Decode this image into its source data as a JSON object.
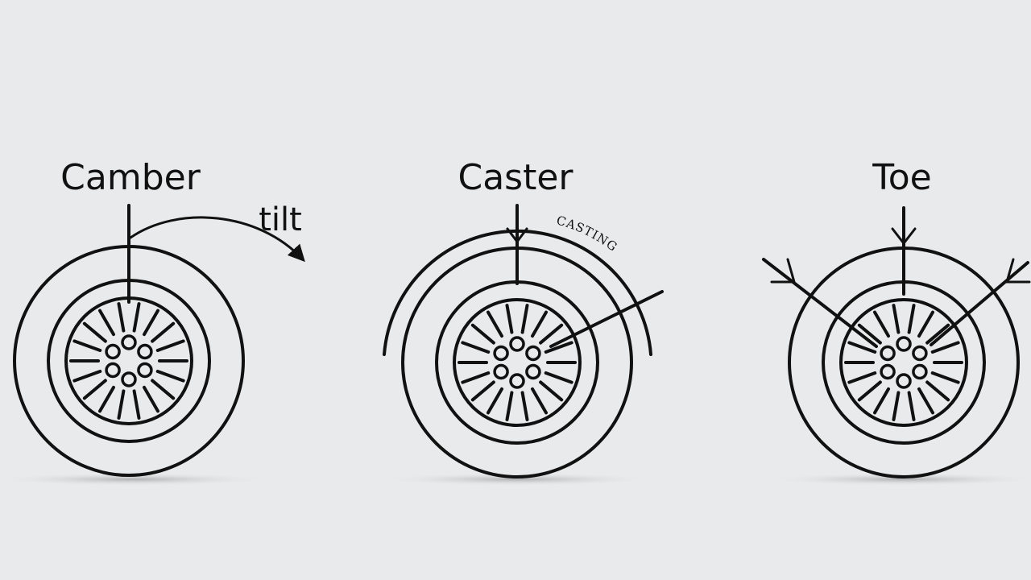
{
  "colors": {
    "background": "#e9eaeb",
    "ink": "#111111",
    "shadow": "#b9babc"
  },
  "panels": [
    {
      "id": "camber",
      "title": "Camber",
      "annotation": "tilt"
    },
    {
      "id": "caster",
      "title": "Caster",
      "annotation": "CASTING"
    },
    {
      "id": "toe",
      "title": "Toe"
    }
  ]
}
